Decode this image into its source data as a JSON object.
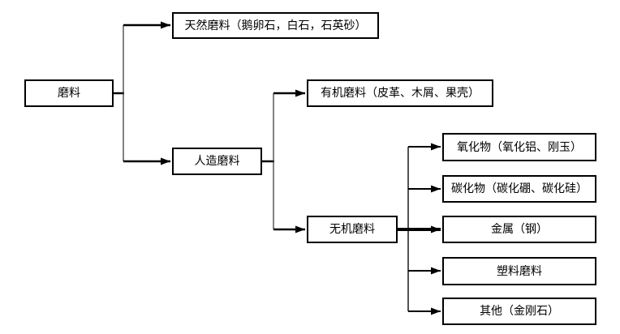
{
  "diagram": {
    "type": "tree-flowchart",
    "colors": {
      "background": "#ffffff",
      "line": "#000000",
      "box_border": "#000000",
      "text": "#000000"
    },
    "nodes": {
      "root": {
        "label": "磨料"
      },
      "natural": {
        "label": "天然磨料（鹅卵石，白石，石英砂）"
      },
      "artificial": {
        "label": "人造磨料"
      },
      "organic": {
        "label": "有机磨料（皮革、木屑、果壳）"
      },
      "inorganic": {
        "label": "无机磨料"
      },
      "oxide": {
        "label": "氧化物（氧化铝、刚玉）"
      },
      "carbide": {
        "label": "碳化物（碳化硼、碳化硅）"
      },
      "metal": {
        "label": "金属（钢）"
      },
      "plastic": {
        "label": "塑料磨料"
      },
      "other": {
        "label": "其他（金刚石）"
      }
    },
    "edges": [
      {
        "from": "磨料",
        "to": "天然磨料（鹅卵石，白石，石英砂）"
      },
      {
        "from": "磨料",
        "to": "人造磨料"
      },
      {
        "from": "人造磨料",
        "to": "有机磨料（皮革、木屑、果壳）"
      },
      {
        "from": "人造磨料",
        "to": "无机磨料"
      },
      {
        "from": "无机磨料",
        "to": "氧化物（氧化铝、刚玉）"
      },
      {
        "from": "无机磨料",
        "to": "碳化物（碳化硼、碳化硅）"
      },
      {
        "from": "无机磨料",
        "to": "金属（钢）"
      },
      {
        "from": "无机磨料",
        "to": "塑料磨料"
      },
      {
        "from": "无机磨料",
        "to": "其他（金刚石）"
      }
    ]
  }
}
